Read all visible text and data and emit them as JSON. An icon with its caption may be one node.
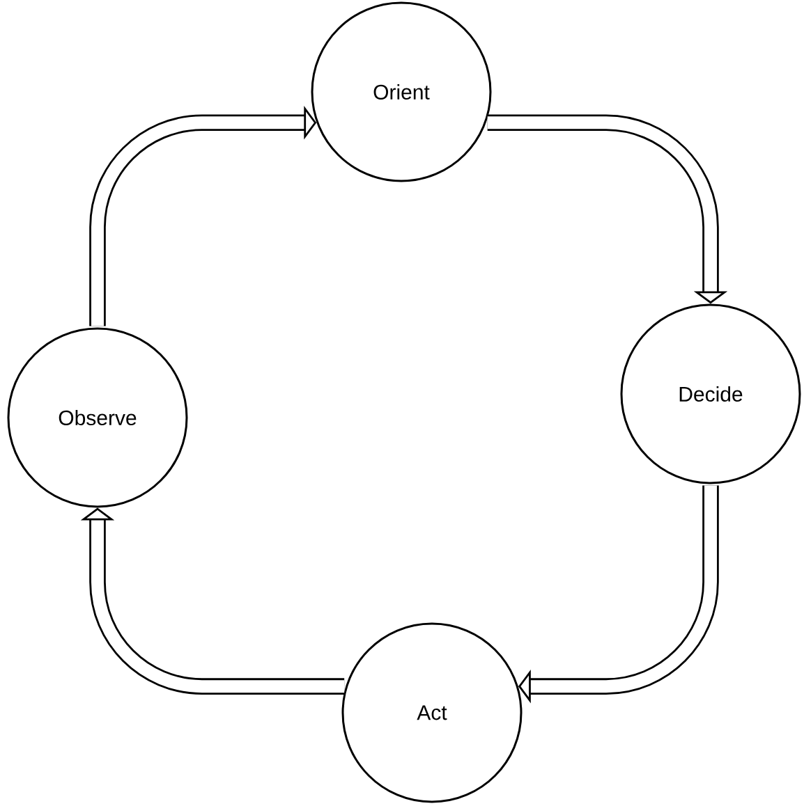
{
  "diagram": {
    "nodes": [
      {
        "text": [
          "Orient"
        ]
      },
      {
        "text": [
          "Decide"
        ]
      },
      {
        "text": [
          "Act"
        ]
      },
      {
        "text": [
          "Observe"
        ]
      }
    ],
    "edges": [
      {
        "from": 0,
        "to": 1,
        "arrow": "to"
      },
      {
        "from": 1,
        "to": 2,
        "arrow": "to"
      },
      {
        "from": 2,
        "to": 3,
        "arrow": "to"
      },
      {
        "from": 3,
        "to": 0,
        "arrow": "to"
      }
    ]
  }
}
